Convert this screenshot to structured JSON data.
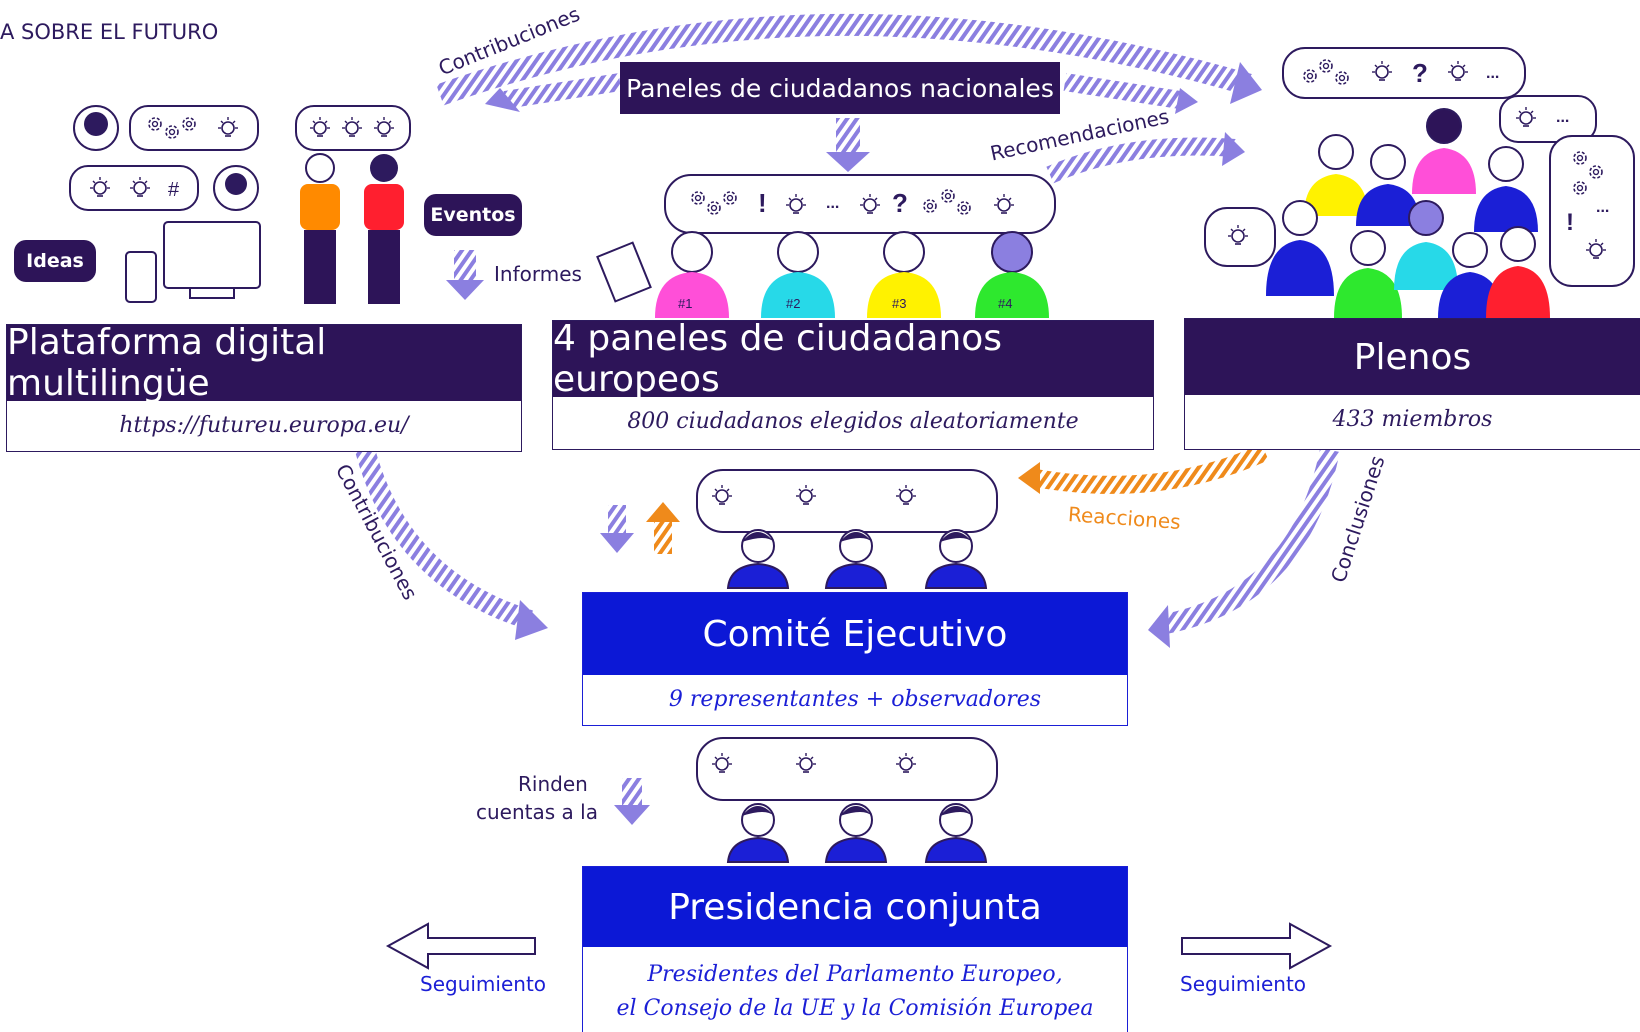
{
  "header": {
    "kicker": "A SOBRE EL FUTURO"
  },
  "top_panel": {
    "label": "Paneles de ciudadanos nacionales"
  },
  "boxes": {
    "platform": {
      "title": "Plataforma digital multilingüe",
      "subtitle": "https://futureu.europa.eu/"
    },
    "panels": {
      "title": "4 paneles de ciudadanos europeos",
      "subtitle": "800 ciudadanos elegidos aleatoriamente"
    },
    "plenary": {
      "title": "Plenos",
      "subtitle": "433 miembros"
    },
    "executive": {
      "title": "Comité Ejecutivo",
      "subtitle": "9 representantes + observadores"
    },
    "presidency": {
      "title": "Presidencia conjunta",
      "subtitle_line1": "Presidentes del Parlamento Europeo,",
      "subtitle_line2": "el Consejo de la UE y la Comisión Europea"
    }
  },
  "pills": {
    "ideas": "Ideas",
    "events": "Eventos"
  },
  "flow_labels": {
    "contribuciones_top": "Contribuciones",
    "recomendaciones": "Recomendaciones",
    "informes": "Informes",
    "contribuciones_left": "Contribuciones",
    "reacciones": "Reacciones",
    "conclusiones": "Conclusiones",
    "rinden_line1": "Rinden",
    "rinden_line2": "cuentas a la",
    "seguimiento_left": "Seguimiento",
    "seguimiento_right": "Seguimiento"
  },
  "shirt_labels": [
    "#1",
    "#2",
    "#3",
    "#4"
  ],
  "bubble_symbols": {
    "exclaim": "!",
    "question": "?",
    "ellipsis": "...",
    "hash": "#"
  },
  "colors": {
    "navy": "#2d1458",
    "royal_blue": "#0c18d6",
    "lavender": "#8b7fe0",
    "orange": "#ef8a1b",
    "shirt_magenta": "#ff4fd8",
    "shirt_cyan": "#27d9e8",
    "shirt_yellow": "#fff200",
    "shirt_green": "#2ee82e",
    "shirt_red": "#ff1f2f",
    "shirt_orange": "#ff8a00"
  }
}
